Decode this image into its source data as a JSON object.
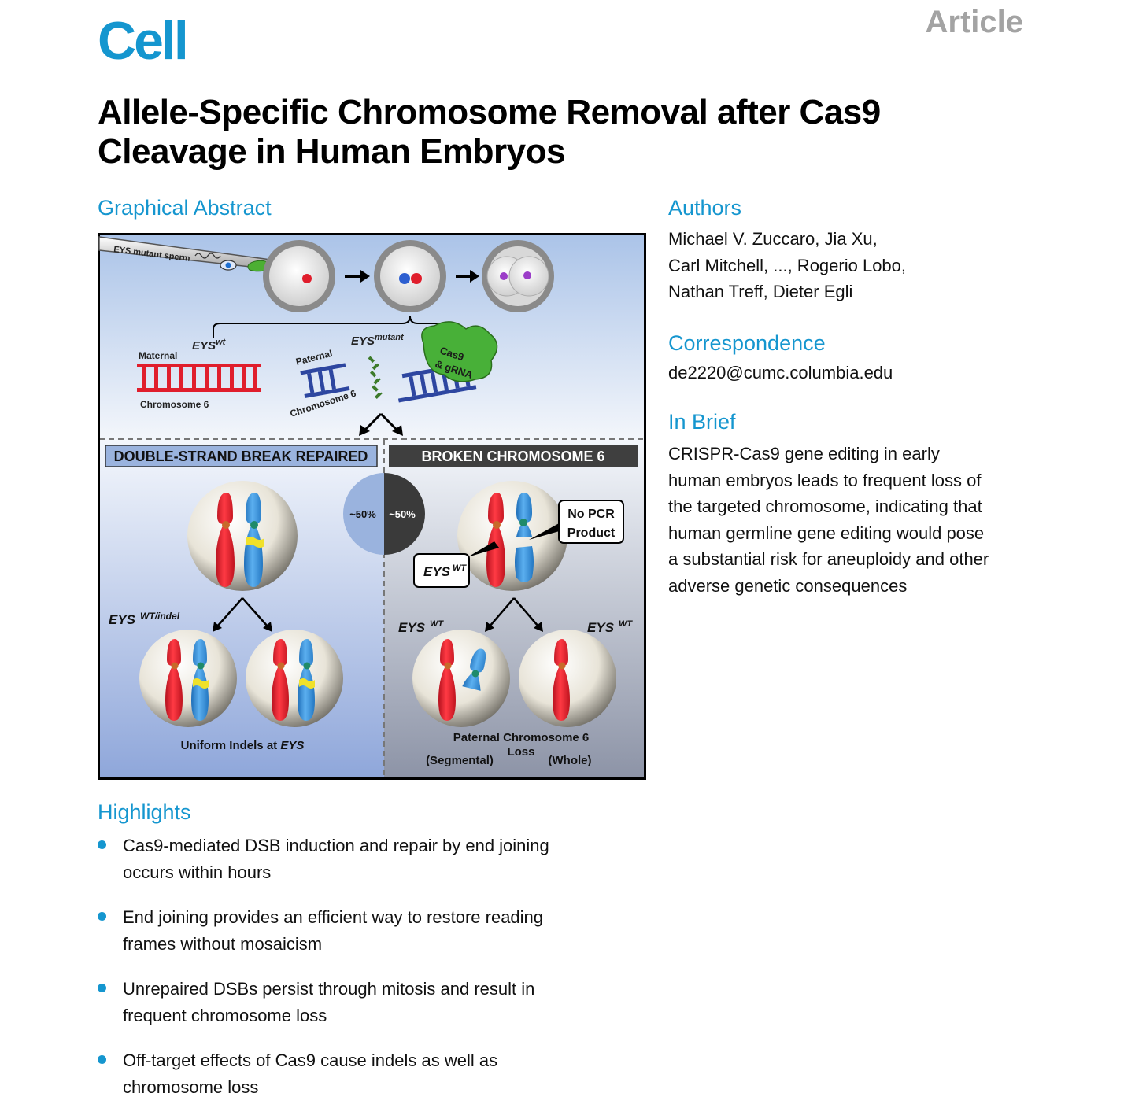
{
  "header": {
    "journal": "Cell",
    "article_type": "Article",
    "title": "Allele-Specific Chromosome Removal after Cas9 Cleavage in Human Embryos"
  },
  "graphical_abstract": {
    "heading": "Graphical Abstract",
    "sperm_label": "EYS mutant sperm",
    "eys_wt": "EYS",
    "eys_wt_sup": "wt",
    "eys_mutant": "EYS",
    "eys_mutant_sup": "mutant",
    "maternal": "Maternal",
    "paternal": "Paternal",
    "chromosome6": "Chromosome 6",
    "cas9_line1": "Cas9",
    "cas9_line2": "& gRNA",
    "left_panel": "DOUBLE-STRAND  BREAK  REPAIRED",
    "right_panel": "BROKEN  CHROMOSOME 6",
    "pie_left": "~50%",
    "pie_right": "~50%",
    "pie_fraction_left": 0.5,
    "no_pcr_line1": "No PCR",
    "no_pcr_line2": "Product",
    "eys_label": "EYS",
    "wt_sup": "WT",
    "wt_indel_sup": "WT/indel",
    "uniform_indels": "Uniform Indels at",
    "uniform_indels_gene": "EYS",
    "paternal_loss_line1": "Paternal Chromosome 6",
    "paternal_loss_line2": "Loss",
    "segmental": "(Segmental)",
    "whole": "(Whole)",
    "colors": {
      "maternal_red": "#e01e2c",
      "paternal_blue": "#2d46a0",
      "chrom_blue": "#3a8fd6",
      "cas9_green": "#3ea82e",
      "left_panel_bg": "#9ab3de",
      "right_panel_bg": "#3f3f3f"
    }
  },
  "authors": {
    "heading": "Authors",
    "line1": "Michael V. Zuccaro, Jia Xu,",
    "line2": "Carl Mitchell, ..., Rogerio Lobo,",
    "line3": "Nathan Treff, Dieter Egli"
  },
  "correspondence": {
    "heading": "Correspondence",
    "email": "de2220@cumc.columbia.edu"
  },
  "in_brief": {
    "heading": "In Brief",
    "lines": [
      "CRISPR-Cas9 gene editing in early",
      "human embryos leads to frequent loss of",
      "the targeted chromosome, indicating that",
      "human germline gene editing would pose",
      "a substantial risk for aneuploidy and other",
      "adverse genetic consequences"
    ]
  },
  "highlights": {
    "heading": "Highlights",
    "items": [
      {
        "line1": "Cas9-mediated DSB induction and repair by end joining",
        "line2": "occurs within hours"
      },
      {
        "line1": "End joining provides an efficient way to restore reading",
        "line2": "frames without mosaicism"
      },
      {
        "line1": "Unrepaired DSBs persist through mitosis and result in",
        "line2": "frequent chromosome loss"
      },
      {
        "line1": "Off-target effects of Cas9 cause indels as well as",
        "line2": "chromosome loss"
      }
    ]
  }
}
